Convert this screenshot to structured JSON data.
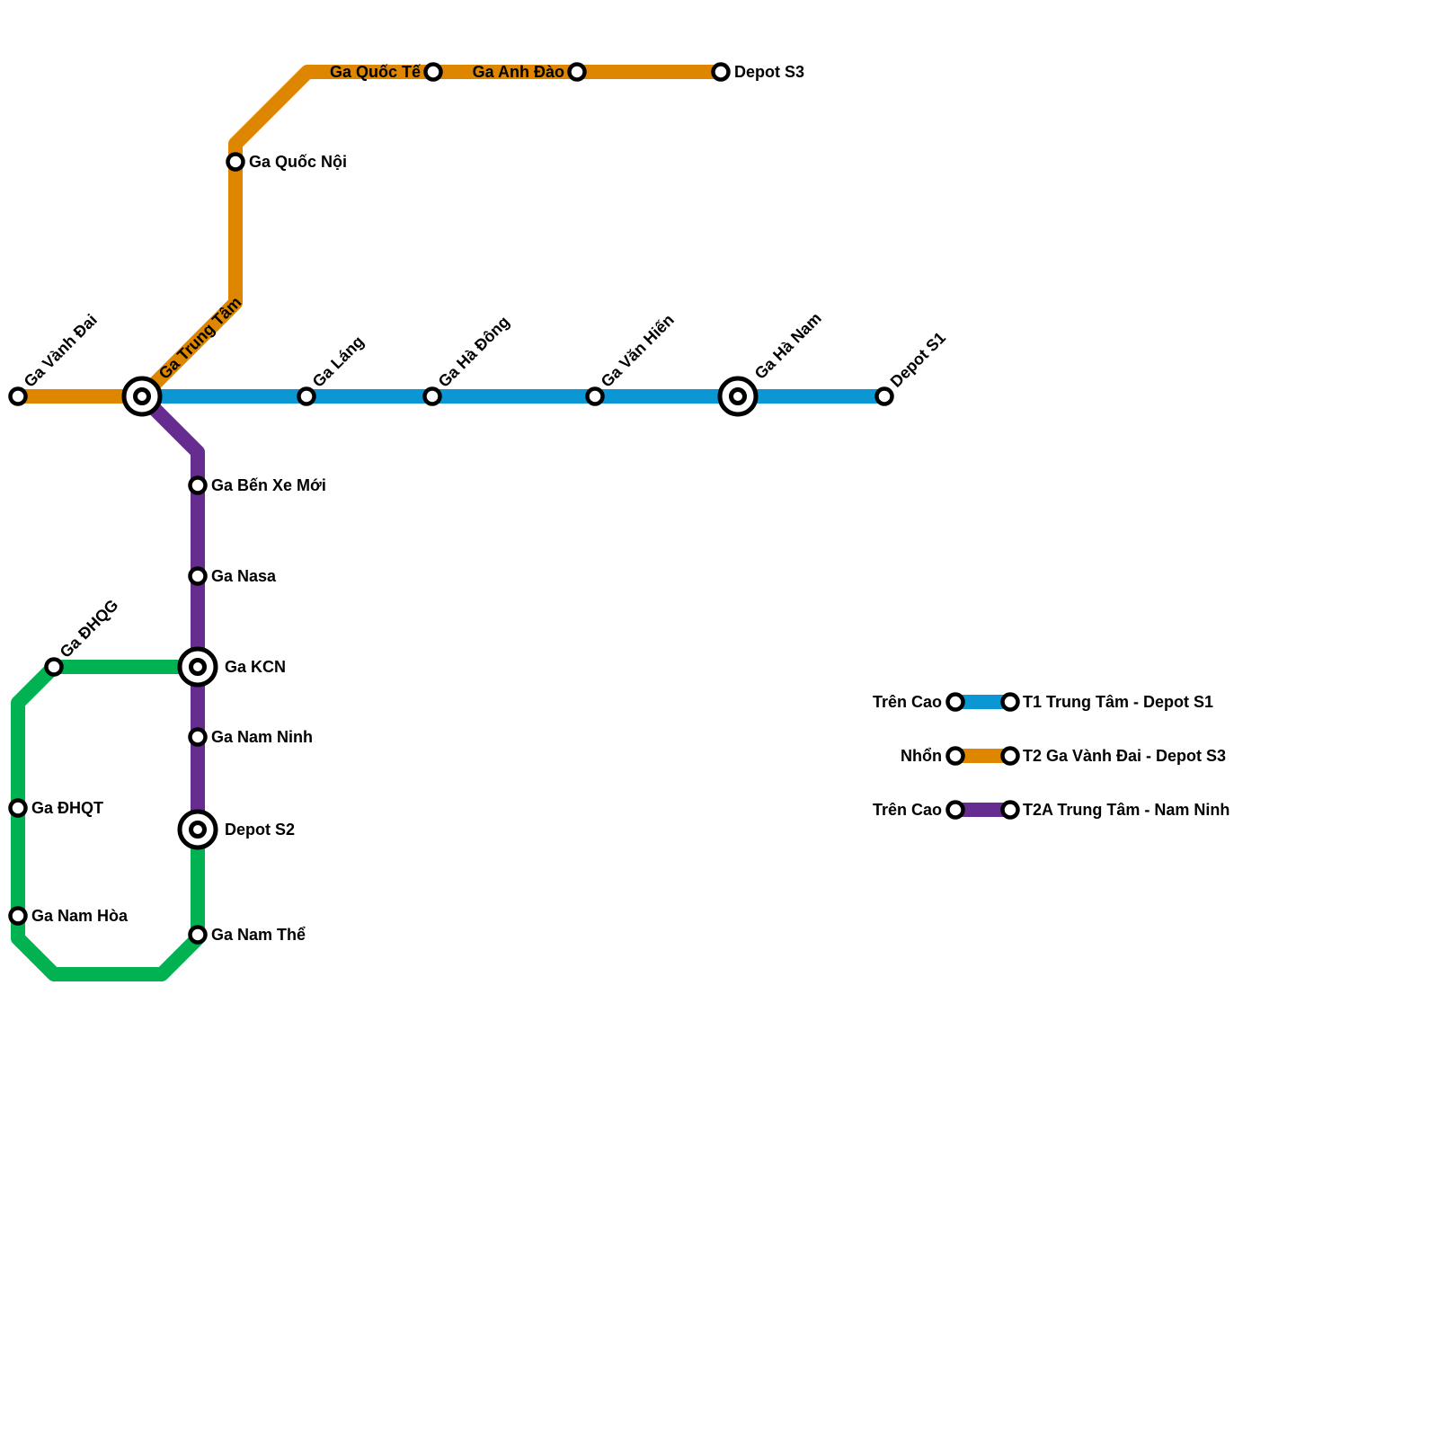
{
  "colors": {
    "blue": "#0b96d4",
    "orange": "#df8600",
    "purple": "#662c90",
    "green": "#00b251",
    "station_stroke": "#000000",
    "background": "#ffffff"
  },
  "lines": [
    {
      "id": "T1",
      "color_key": "blue"
    },
    {
      "id": "T2",
      "color_key": "orange"
    },
    {
      "id": "T2A",
      "color_key": "purple"
    },
    {
      "id": "green",
      "color_key": "green"
    }
  ],
  "stations": {
    "vanh_dai": "Ga Vành Đai",
    "trung_tam": "Ga Trung Tâm",
    "lang": "Ga Láng",
    "ha_dong": "Ga Hà Đông",
    "van_hien": "Ga Văn Hiến",
    "ha_nam": "Ga Hà Nam",
    "depot_s1": "Depot S1",
    "quoc_noi": "Ga Quốc Nội",
    "quoc_te": "Ga Quốc Tế",
    "anh_dao": "Ga Anh Đào",
    "depot_s3": "Depot S3",
    "ben_xe_moi": "Ga Bến Xe Mới",
    "nasa": "Ga Nasa",
    "kcn": "Ga KCN",
    "nam_ninh": "Ga Nam Ninh",
    "depot_s2": "Depot S2",
    "nam_the": "Ga Nam Thể",
    "dhqg": "Ga ĐHQG",
    "dhqt": "Ga ĐHQT",
    "nam_hoa": "Ga Nam Hòa"
  },
  "legend": [
    {
      "type_label": "Trên Cao",
      "line_label": "T1 Trung Tâm - Depot S1",
      "color_key": "blue"
    },
    {
      "type_label": "Nhổn",
      "line_label": "T2 Ga Vành Đai - Depot S3",
      "color_key": "orange"
    },
    {
      "type_label": "Trên Cao",
      "line_label": "T2A Trung Tâm - Nam Ninh",
      "color_key": "purple"
    }
  ]
}
